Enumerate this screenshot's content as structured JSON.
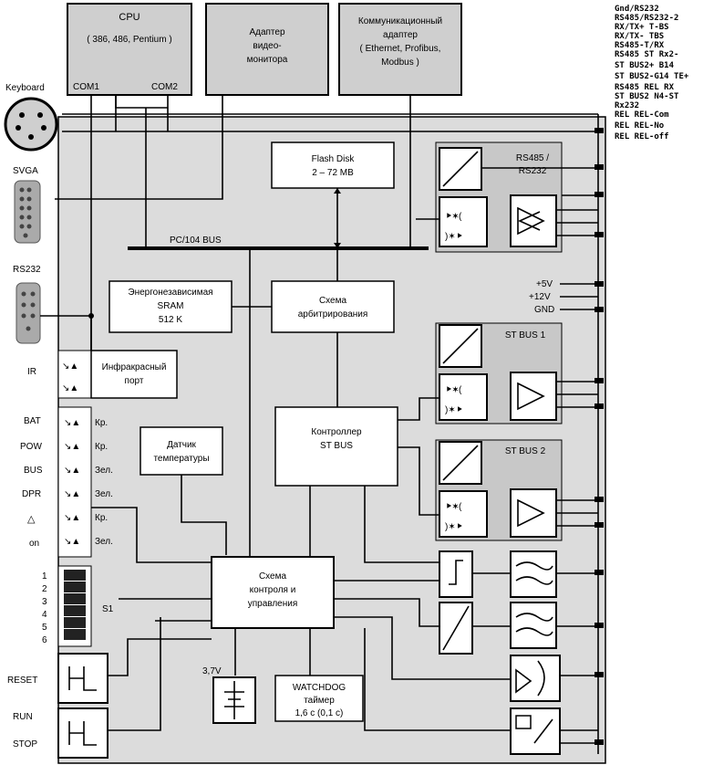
{
  "blocks": {
    "cpu": {
      "title": "CPU",
      "subtitle": "( 386, 486, Pentium )",
      "com1": "COM1",
      "com2": "COM2"
    },
    "video": {
      "lines": [
        "Адаптер",
        "видео-",
        "монитора"
      ]
    },
    "comm": {
      "lines": [
        "Коммуникационный",
        "адаптер",
        "( Ethernet, Profibus,",
        "Modbus )"
      ]
    },
    "flash": {
      "lines": [
        "Flash Disk",
        "2 – 72 MB"
      ]
    },
    "rs485": {
      "lines": [
        "RS485 /",
        "RS232"
      ]
    },
    "bus_label": "PC/104 BUS",
    "sram": {
      "lines": [
        "Энергонезависимая",
        "SRAM",
        "512 K"
      ]
    },
    "arb": {
      "lines": [
        "Схема",
        "арбитрирования"
      ]
    },
    "power": [
      "+5V",
      "+12V",
      "GND"
    ],
    "stbus1": "ST BUS 1",
    "stbus2": "ST BUS 2",
    "ir_port": {
      "lines": [
        "Инфракрасный",
        "порт"
      ]
    },
    "controller": {
      "lines": [
        "Контроллер",
        "ST BUS"
      ]
    },
    "temp": {
      "lines": [
        "Датчик",
        "температуры"
      ]
    },
    "control": {
      "lines": [
        "Схема",
        "контроля и",
        "управления"
      ]
    },
    "battery": "3,7V",
    "watchdog": {
      "lines": [
        "WATCHDOG",
        "таймер",
        "1,6 с  (0,1 с)"
      ]
    },
    "s1": "S1"
  },
  "left_labels": {
    "keyboard": "Keyboard",
    "svga": "SVGA",
    "rs232": "RS232",
    "ir": "IR",
    "leds": [
      {
        "label": "BAT",
        "color": "Кр."
      },
      {
        "label": "POW",
        "color": "Кр."
      },
      {
        "label": "BUS",
        "color": "Зел."
      },
      {
        "label": "DPR",
        "color": "Зел."
      },
      {
        "label": "△",
        "color": "Кр."
      },
      {
        "label": "on",
        "color": "Зел."
      }
    ],
    "switches": [
      "1",
      "2",
      "3",
      "4",
      "5",
      "6"
    ],
    "reset": "RESET",
    "run": "RUN",
    "stop": "STOP"
  },
  "right_pins": [
    "Gnd/RS232",
    "RS485/RS232-2",
    "RX/TX+ T-BS",
    "RX/TX- TBS",
    "RS485-T/RX",
    "RS485 ST Rx2-",
    "ST BUS2+ B14",
    "ST BUS2-G14 TE+",
    "RS485 REL RX",
    "ST BUS2 N4-ST",
    "Rx232",
    "REL REL-Com",
    "REL REL-No",
    "REL REL-off"
  ]
}
